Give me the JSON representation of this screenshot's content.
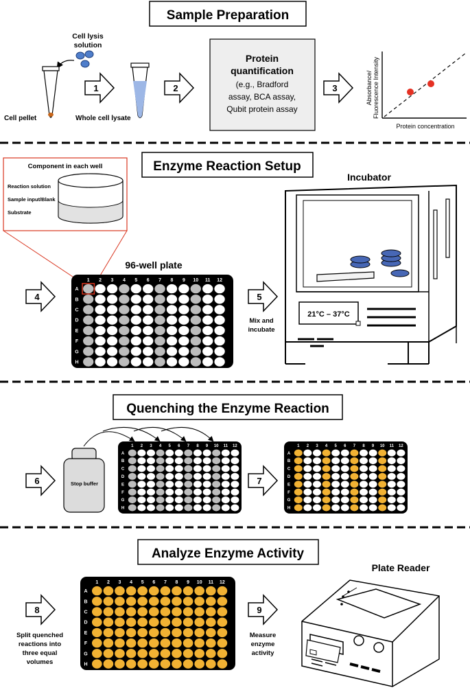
{
  "colors": {
    "ink": "#000000",
    "plate_bg": "#000000",
    "well_white": "#ffffff",
    "well_grey": "#bdbdbd",
    "well_orange": "#f2b233",
    "lysate_blue": "#9db7e6",
    "droplet_blue": "#4f7ecb",
    "disk_blue": "#4767b5",
    "red_point": "#e53123",
    "red_callout": "#d9351f",
    "pellet": "#c8661a",
    "quant_box": "#eeeeee",
    "bottle": "#dcdcdc"
  },
  "row_letters": [
    "A",
    "B",
    "C",
    "D",
    "E",
    "F",
    "G",
    "H"
  ],
  "col_numbers": [
    "1",
    "2",
    "3",
    "4",
    "5",
    "6",
    "7",
    "8",
    "9",
    "10",
    "11",
    "12"
  ],
  "sections": {
    "prep": {
      "title": "Sample Preparation",
      "cell_lysis_line1": "Cell lysis",
      "cell_lysis_line2": "solution",
      "cell_pellet": "Cell pellet",
      "whole_cell_lysate": "Whole cell lysate",
      "step1": "1",
      "step2": "2",
      "step3": "3",
      "quant_title_line1": "Protein",
      "quant_title_line2": "quantification",
      "quant_body_line1": "(e.g., Bradford",
      "quant_body_line2": "assay, BCA assay,",
      "quant_body_line3": "Qubit protein assay",
      "graph_ylabel_line1": "Absorbance/",
      "graph_ylabel_line2": "Fluorescence Intensity",
      "graph_xlabel": "Protein concentration"
    },
    "setup": {
      "title": "Enzyme Reaction Setup",
      "component_title": "Component in each well",
      "reaction_solution": "Reaction solution",
      "sample_input": "Sample input/Blank",
      "substrate": "Substrate",
      "plate_label": "96-well plate",
      "step4": "4",
      "step5": "5",
      "mix_line1": "Mix and",
      "mix_line2": "incubate",
      "incubator_label": "Incubator",
      "temp_range": "21°C – 37°C",
      "grey_columns": [
        1,
        4,
        7,
        10
      ]
    },
    "quench": {
      "title": "Quenching the Enzyme Reaction",
      "stop_buffer": "Stop buffer",
      "step6": "6",
      "step7": "7",
      "grey_columns": [
        1,
        4,
        7,
        10
      ],
      "orange_columns": [
        1,
        4,
        7,
        10
      ]
    },
    "analyze": {
      "title": "Analyze Enzyme Activity",
      "plate_reader_label": "Plate Reader",
      "step8": "8",
      "step9": "9",
      "split_line1": "Split quenched",
      "split_line2": "reactions into",
      "split_line3": "three equal",
      "split_line4": "volumes",
      "measure_line1": "Measure",
      "measure_line2": "enzyme",
      "measure_line3": "activity"
    }
  }
}
